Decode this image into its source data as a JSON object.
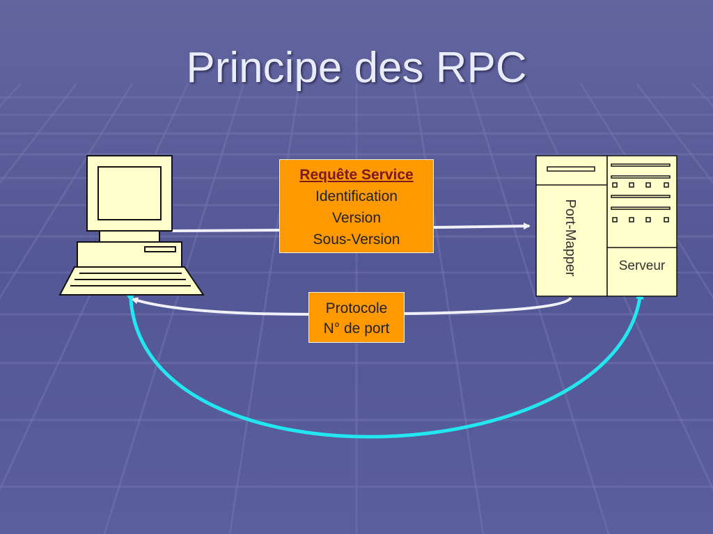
{
  "slide": {
    "title": "Principe des RPC"
  },
  "request_box": {
    "heading": "Requête Service",
    "lines": [
      "Identification",
      "Version",
      "Sous-Version"
    ]
  },
  "response_box": {
    "lines": [
      "Protocole",
      "N° de port"
    ]
  },
  "server": {
    "port_mapper_label": "Port-Mapper",
    "server_label": "Serveur"
  },
  "colors": {
    "background": "#5a5c9a",
    "box_fill": "#ff9900",
    "device_fill": "#ffffcc",
    "arrow_white": "#f0f0f8",
    "arrow_cyan": "#22e6f0"
  }
}
